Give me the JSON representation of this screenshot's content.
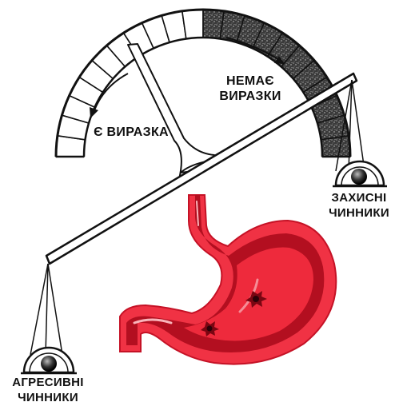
{
  "labels": {
    "ulcer": "Є ВИРАЗКА",
    "no_ulcer_line1": "НЕМАЄ",
    "no_ulcer_line2": "ВИРАЗКИ",
    "protective_line1": "ЗАХИСНІ",
    "protective_line2": "ЧИННИКИ",
    "aggressive_line1": "АГРЕСИВНІ",
    "aggressive_line2": "ЧИННИКИ"
  },
  "icons": [
    "dial-scale",
    "balance-beam",
    "pointer",
    "left-weight",
    "right-weight",
    "stomach-illustration",
    "ulcer-marks",
    "arrow-left",
    "arrow-right"
  ],
  "colors": {
    "stomach_outer": "#ef2d3f",
    "stomach_inner": "#b80f22",
    "stomach_light": "#f7a3aa",
    "dial_dark": "#2f2f2f",
    "outline": "#111111"
  }
}
